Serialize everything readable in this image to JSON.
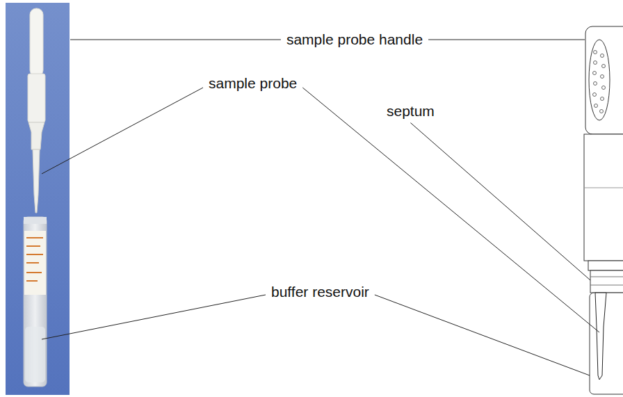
{
  "diagram": {
    "labels": [
      "sample probe handle",
      "sample probe",
      "septum",
      "buffer reservoir"
    ]
  }
}
